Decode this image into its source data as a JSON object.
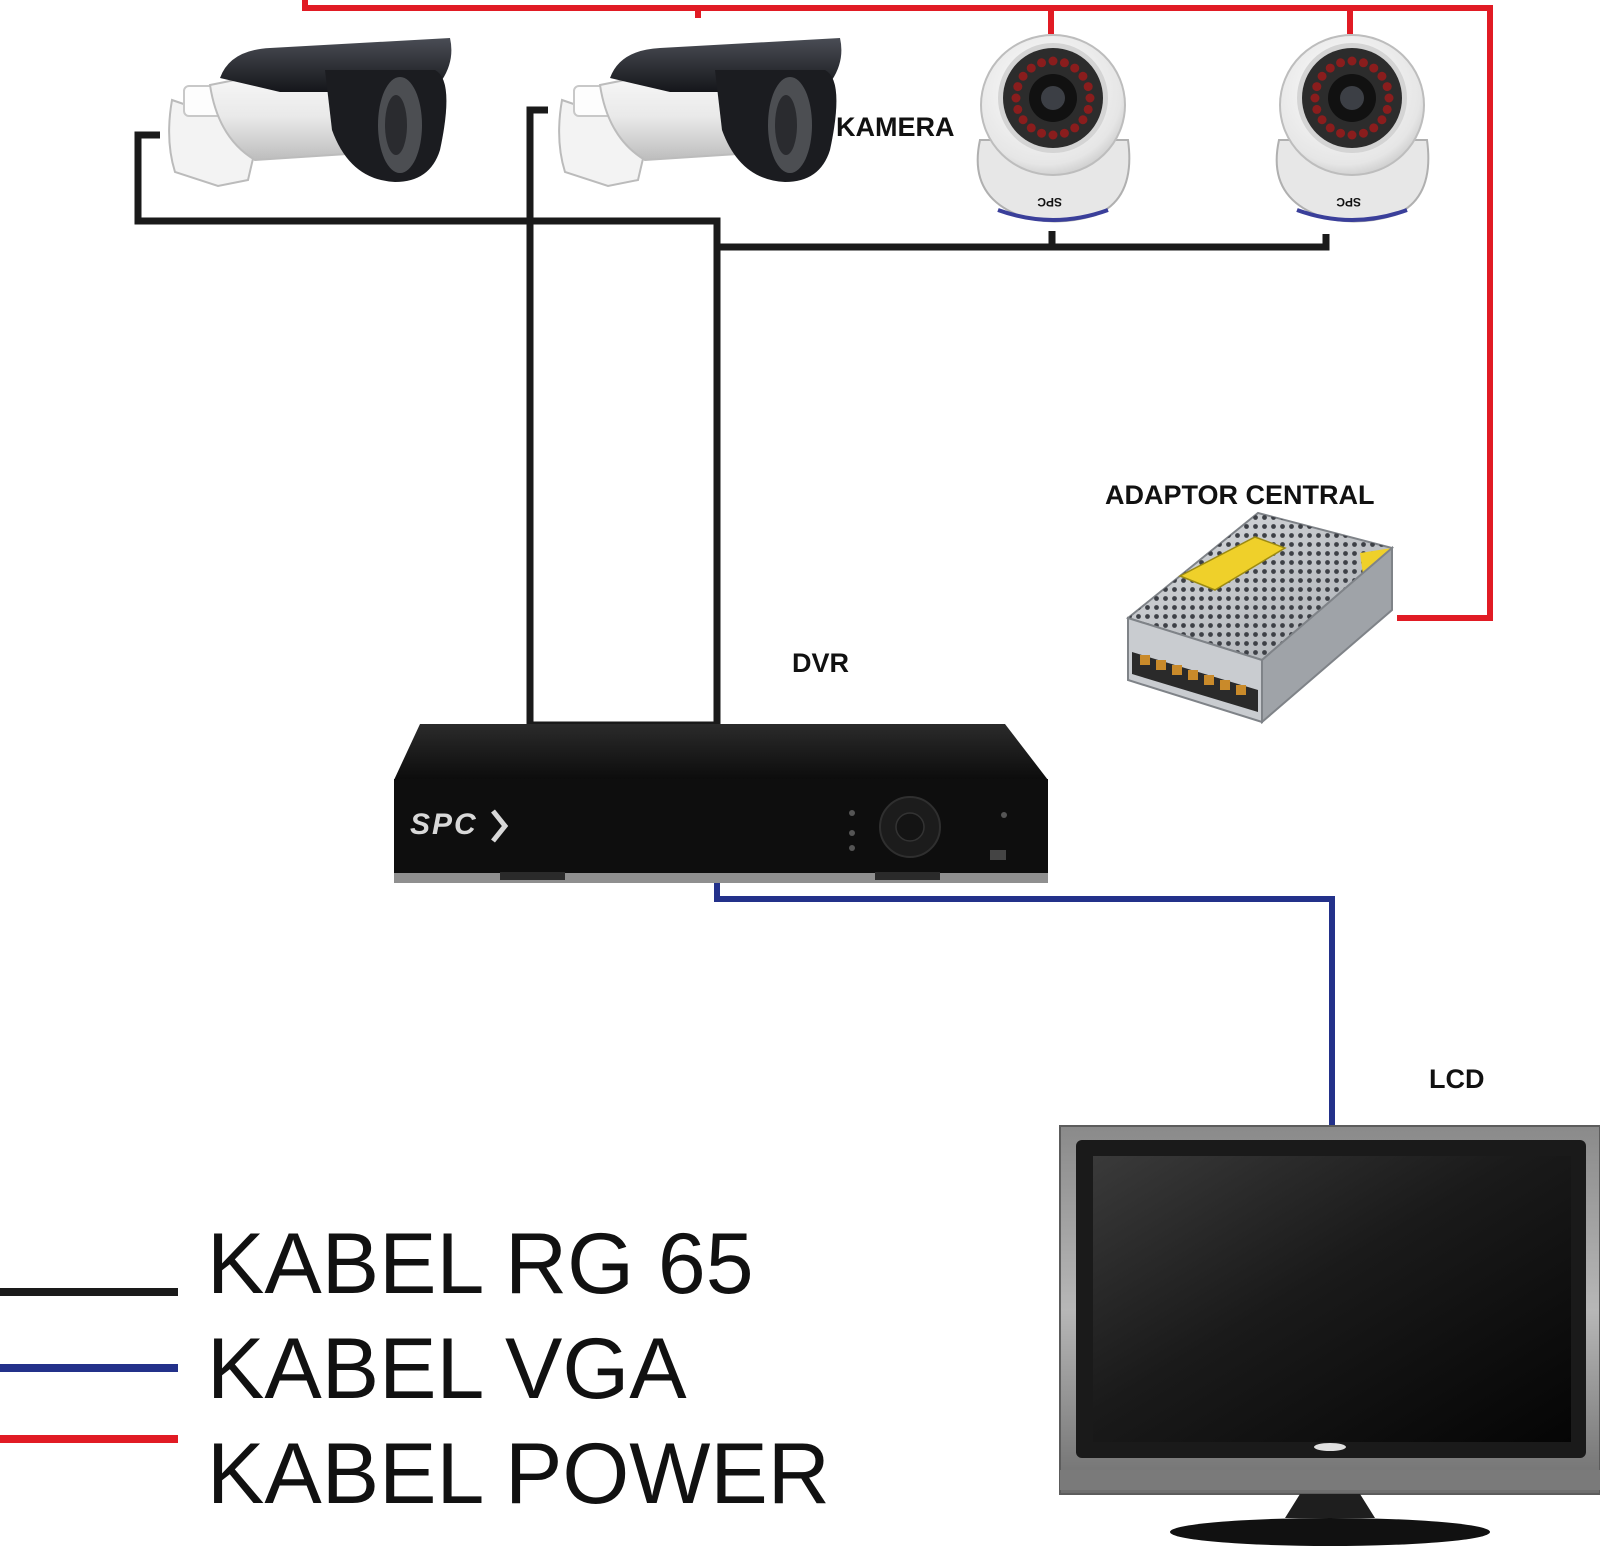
{
  "labels": {
    "camera": "KAMERA",
    "adaptor": "ADAPTOR CENTRAL",
    "dvr": "DVR",
    "lcd": "LCD"
  },
  "dvr_brand": "SPC",
  "legend": [
    {
      "label": "KABEL RG 65",
      "color": "#1a1a1a"
    },
    {
      "label": "KABEL VGA",
      "color": "#23318a"
    },
    {
      "label": "KABEL POWER",
      "color": "#e11b24"
    }
  ],
  "colors": {
    "rg65": "#1a1a1a",
    "vga": "#23318a",
    "power": "#e11b24"
  }
}
